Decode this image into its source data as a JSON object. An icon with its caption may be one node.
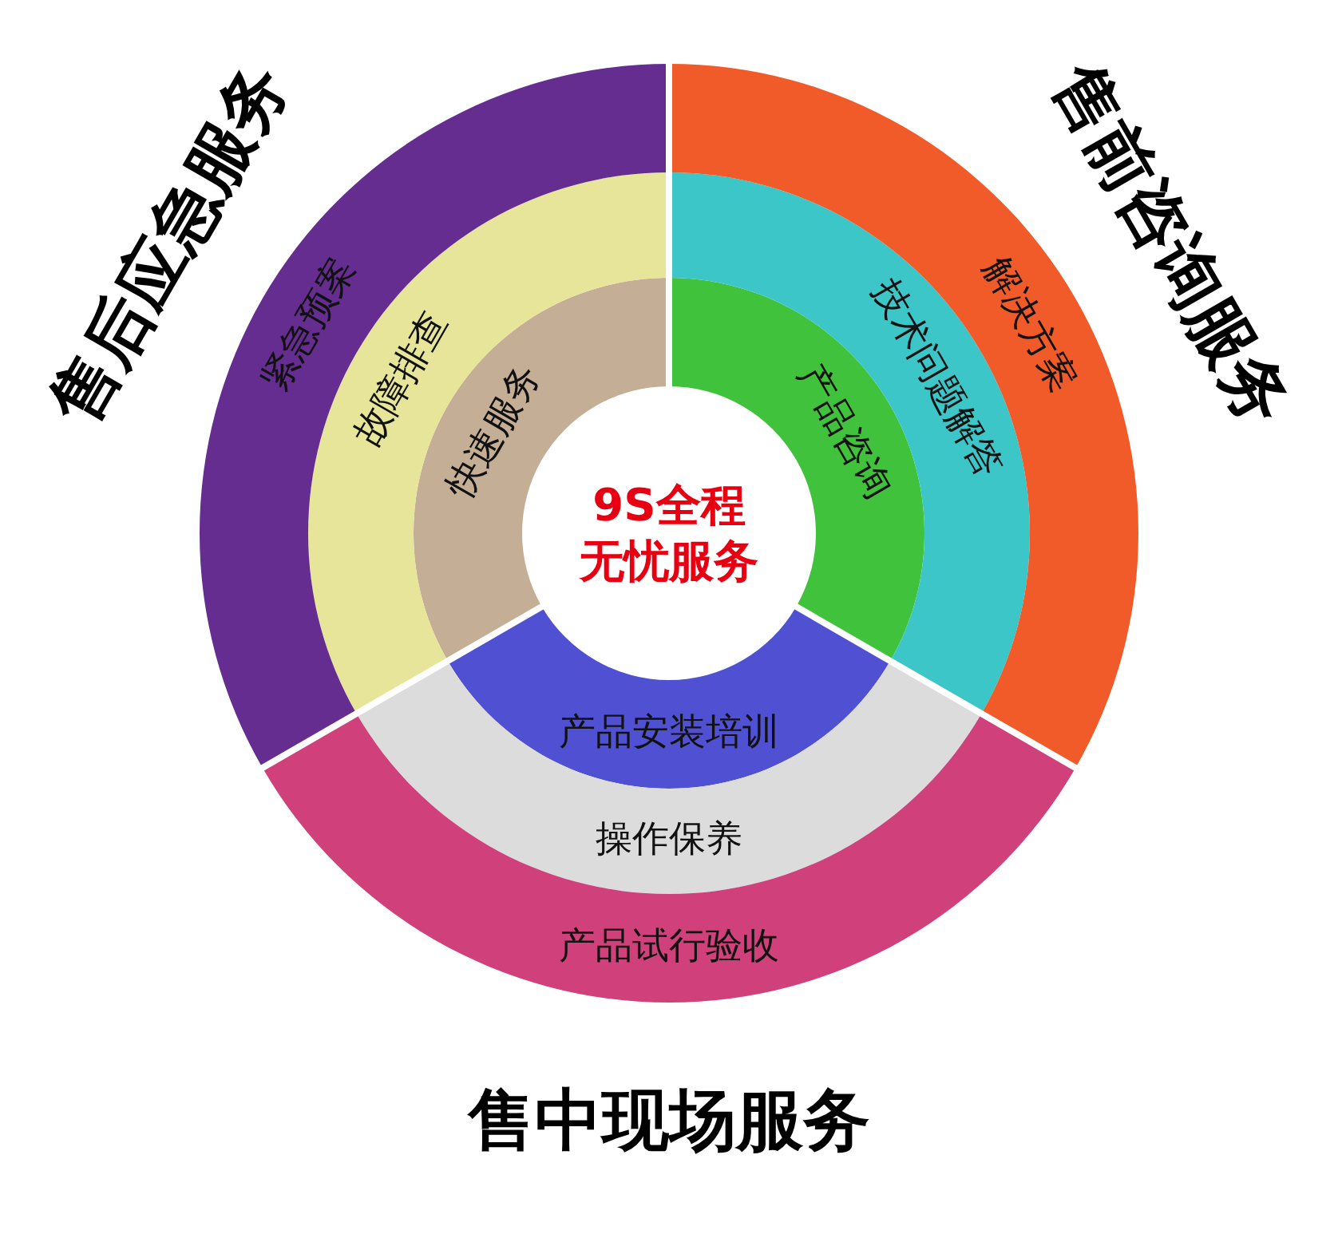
{
  "diagram": {
    "nodes": [
      {
        "text": [
          "9S全程无忧服务"
        ]
      },
      {
        "text": [
          "产品咨询"
        ]
      },
      {
        "text": [
          "技术问题解答"
        ]
      },
      {
        "text": [
          "解决方案"
        ],
        "beside": [
          "售前咨询服务"
        ]
      },
      {
        "text": [
          "产品安装培训"
        ]
      },
      {
        "text": [
          "操作保养"
        ]
      },
      {
        "text": [
          "产品试行验收"
        ],
        "beside": [
          "售中现场服务"
        ]
      },
      {
        "text": [
          "快速服务"
        ]
      },
      {
        "text": [
          "故障排查"
        ]
      },
      {
        "text": [
          "紧急预案"
        ],
        "beside": [
          "售后应急服务"
        ]
      }
    ],
    "edges": []
  }
}
